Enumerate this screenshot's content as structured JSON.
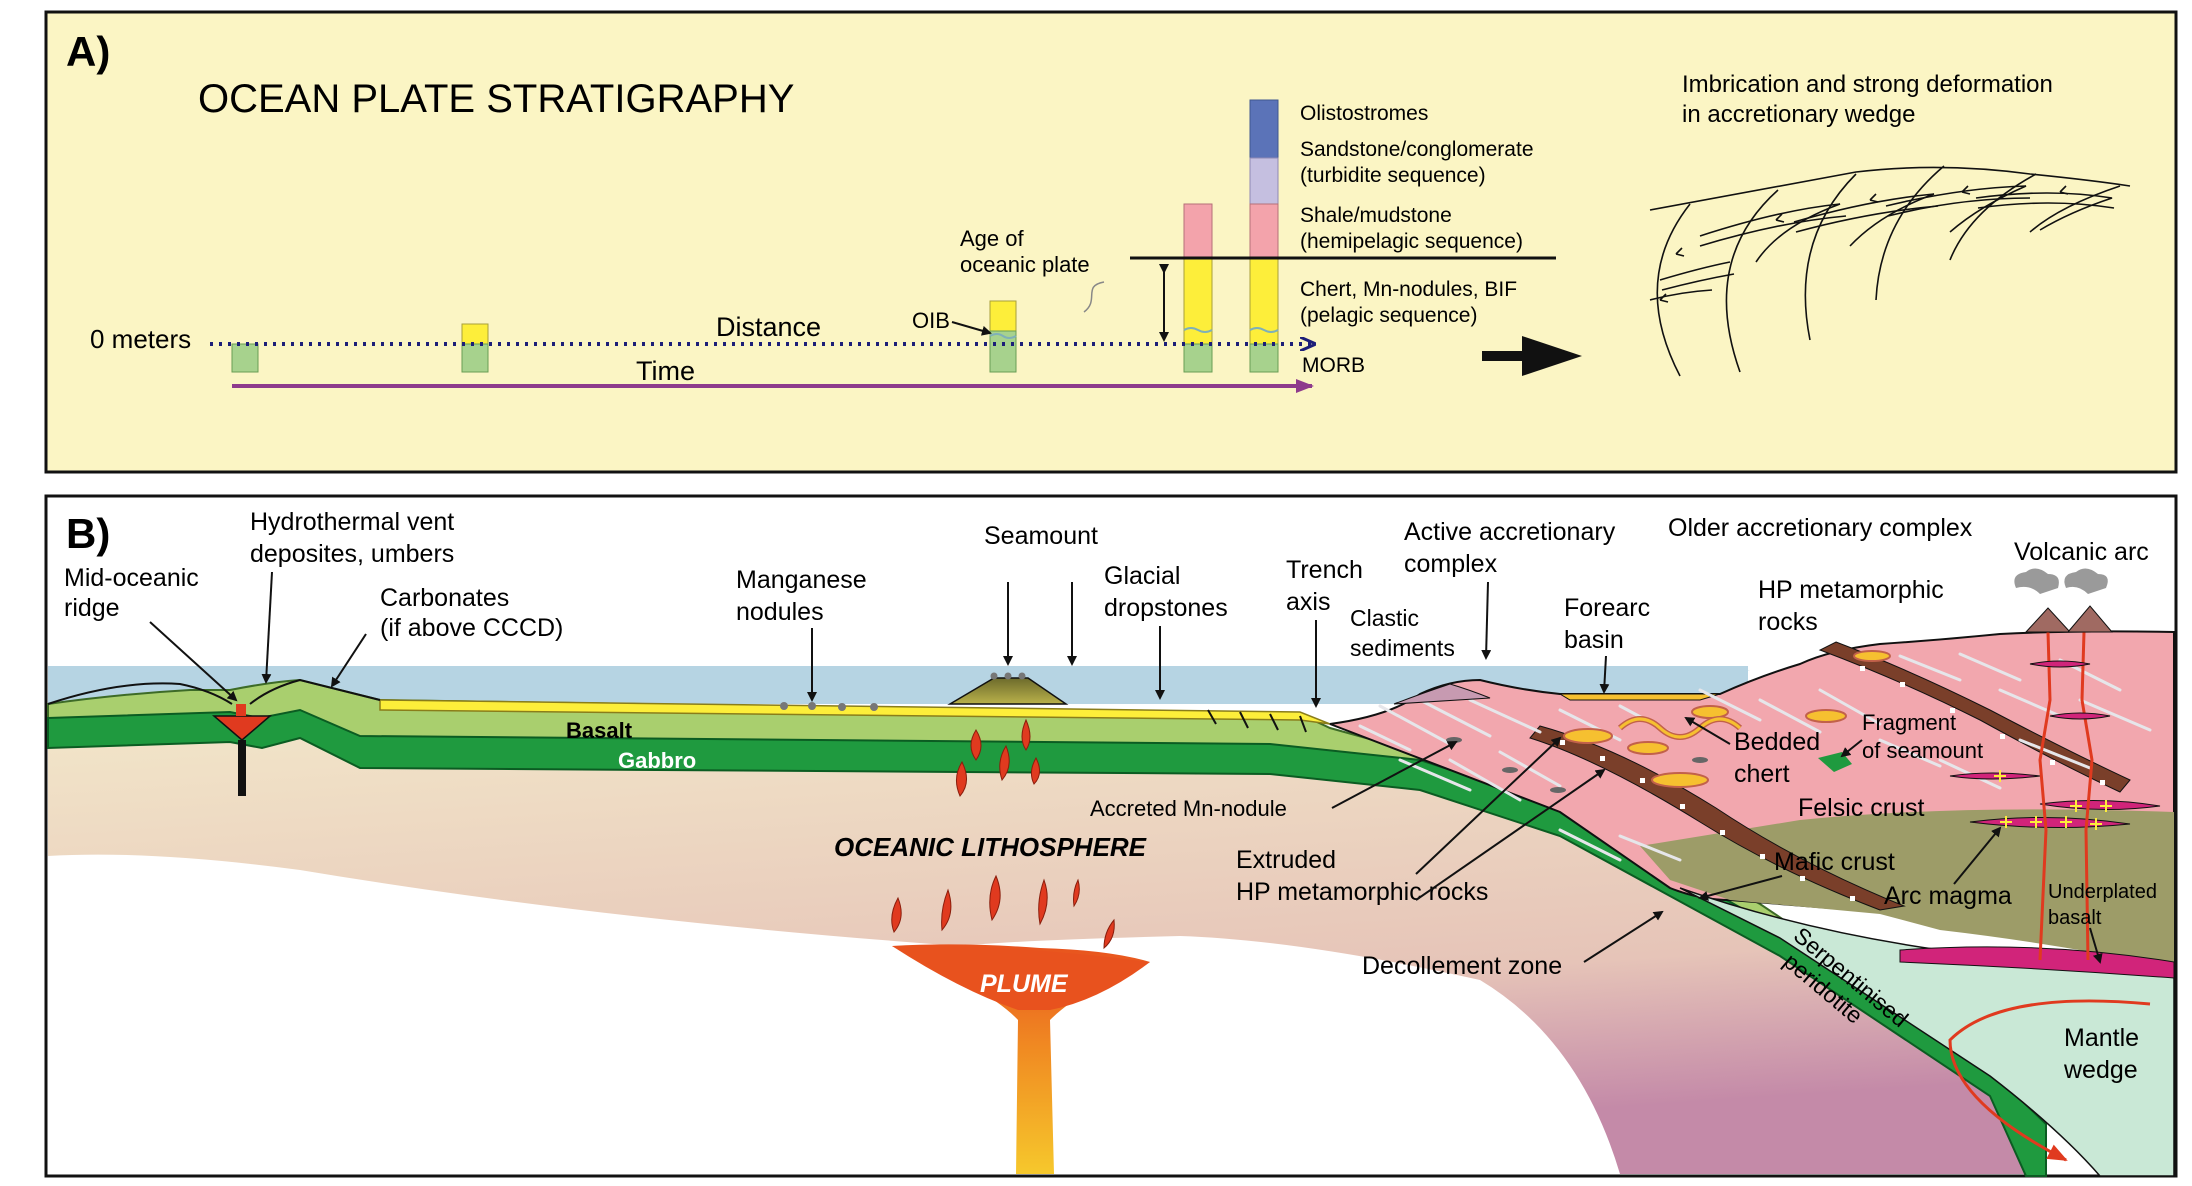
{
  "colors": {
    "panel_a_bg": "#fbf5c4",
    "ocean": "#b6d4e3",
    "basalt": "#a9cf6e",
    "gabbro": "#1f9a3f",
    "lithosphere": "#f0e3c8",
    "accretionary_pink": "#f2a7ae",
    "mantle_wedge": "#c9e8d6",
    "mafic_crust": "#9d9c68",
    "plume_top": "#e8521e",
    "plume_bottom": "#f6bf2a",
    "chert_yellow": "#fdee3a",
    "shale_pink": "#f3a3ab",
    "sandstone_lilac": "#c5bfe0",
    "olistostrome_blue": "#5b73b8",
    "morb_green": "#a7d28d",
    "magma_red": "#e03a1f",
    "arc_magenta": "#d1247a",
    "time_arrow": "#8e3b8c",
    "distance_arrow": "#1c1e78"
  },
  "panel_a": {
    "label": "A)",
    "title": "OCEAN PLATE STRATIGRAPHY",
    "zero_meters": "0 meters",
    "distance": "Distance",
    "time": "Time",
    "oib": "OIB",
    "age_line1": "Age of",
    "age_line2": "oceanic plate",
    "legend": {
      "olistostromes": "Olistostromes",
      "sandstone_l1": "Sandstone/conglomerate",
      "sandstone_l2": "(turbidite sequence)",
      "shale_l1": "Shale/mudstone",
      "shale_l2": "(hemipelagic sequence)",
      "chert_l1": "Chert, Mn-nodules, BIF",
      "chert_l2": "(pelagic sequence)",
      "morb": "MORB"
    },
    "imbrication_l1": "Imbrication and strong deformation",
    "imbrication_l2": "in accretionary wedge"
  },
  "panel_b": {
    "label": "B)",
    "mid_ridge_l1": "Mid-oceanic",
    "mid_ridge_l2": "ridge",
    "hydro_l1": "Hydrothermal vent",
    "hydro_l2": "deposites, umbers",
    "carb_l1": "Carbonates",
    "carb_l2": "(if above CCCD)",
    "mn_l1": "Manganese",
    "mn_l2": "nodules",
    "seamount": "Seamount",
    "glacial_l1": "Glacial",
    "glacial_l2": "dropstones",
    "trench_l1": "Trench",
    "trench_l2": "axis",
    "active_l1": "Active accretionary",
    "active_l2": "complex",
    "clastic_l1": "Clastic",
    "clastic_l2": "sediments",
    "older": "Older accretionary complex",
    "forearc_l1": "Forearc",
    "forearc_l2": "basin",
    "volcanic_arc": "Volcanic arc",
    "hp_l1": "HP metamorphic",
    "hp_l2": "rocks",
    "basalt": "Basalt",
    "gabbro": "Gabbro",
    "bedded_l1": "Bedded",
    "bedded_l2": "chert",
    "fragment_l1": "Fragment",
    "fragment_l2": "of seamount",
    "felsic": "Felsic crust",
    "accreted_mn": "Accreted Mn-nodule",
    "oceanic_litho": "OCEANIC LITHOSPHERE",
    "extruded_l1": "Extruded",
    "extruded_l2": "HP metamorphic rocks",
    "mafic": "Mafic crust",
    "arc_magma": "Arc magma",
    "underplated_l1": "Underplated",
    "underplated_l2": "basalt",
    "plume": "PLUME",
    "decollement": "Decollement zone",
    "serpentinised_l1": "Serpentinised",
    "serpentinised_l2": "peridotite",
    "mantle_l1": "Mantle",
    "mantle_l2": "wedge"
  }
}
